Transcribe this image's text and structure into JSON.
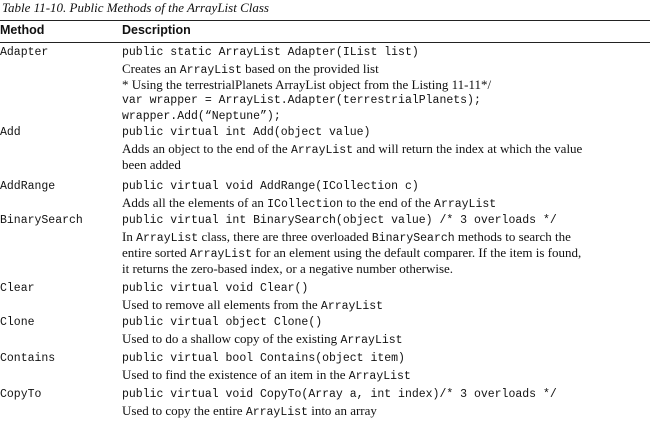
{
  "caption": "Table 11-10. Public Methods of the ArrayList Class",
  "headers": {
    "method": "Method",
    "description": "Description"
  },
  "rows": [
    {
      "name": "Adapter",
      "lines": [
        {
          "type": "code",
          "text": "public static ArrayList Adapter(IList list)"
        },
        {
          "type": "mixed",
          "parts": [
            "Creates an ",
            "ArrayList",
            " based on the provided list"
          ]
        },
        {
          "type": "text",
          "text": "* Using the terrestrialPlanets ArrayList object from the Listing 11-11*/"
        },
        {
          "type": "code",
          "text": "var wrapper = ArrayList.Adapter(terrestrialPlanets);"
        },
        {
          "type": "code",
          "text": "wrapper.Add(“Neptune”);"
        }
      ]
    },
    {
      "name": "Add",
      "lines": [
        {
          "type": "code",
          "text": "public virtual int Add(object value)"
        },
        {
          "type": "mixed",
          "parts": [
            "Adds an object to the end of the ",
            "ArrayList",
            " and will return the index at which the value"
          ]
        },
        {
          "type": "text",
          "text": "been added"
        }
      ]
    },
    {
      "name": "AddRange",
      "lines": [
        {
          "type": "code",
          "text": "public virtual void AddRange(ICollection c)"
        },
        {
          "type": "mixed",
          "parts": [
            "Adds all the elements of an ",
            "ICollection",
            " to the end of the ",
            "ArrayList"
          ]
        }
      ]
    },
    {
      "name": "BinarySearch",
      "lines": [
        {
          "type": "code",
          "text": "public virtual int BinarySearch(object value) /* 3 overloads */"
        },
        {
          "type": "mixed",
          "parts": [
            "In ",
            "ArrayList",
            " class, there are three overloaded ",
            "BinarySearch",
            " methods to search the"
          ]
        },
        {
          "type": "mixed",
          "parts": [
            "entire sorted ",
            "ArrayList",
            " for an element using the default comparer. If the item is found,"
          ]
        },
        {
          "type": "text",
          "text": "it returns the zero-based index, or a negative number otherwise."
        }
      ]
    },
    {
      "name": "Clear",
      "lines": [
        {
          "type": "code",
          "text": "public virtual void Clear()"
        },
        {
          "type": "mixed",
          "parts": [
            "Used to remove all elements from the ",
            "ArrayList"
          ]
        }
      ]
    },
    {
      "name": "Clone",
      "lines": [
        {
          "type": "code",
          "text": "public virtual object Clone()"
        },
        {
          "type": "mixed",
          "parts": [
            "Used to do a shallow copy of the existing ",
            "ArrayList"
          ]
        }
      ]
    },
    {
      "name": "Contains",
      "lines": [
        {
          "type": "code",
          "text": "public virtual bool Contains(object item)"
        },
        {
          "type": "mixed",
          "parts": [
            "Used to find the existence of an item in the ",
            "ArrayList"
          ]
        }
      ]
    },
    {
      "name": "CopyTo",
      "lines": [
        {
          "type": "code",
          "text": "public virtual void CopyTo(Array a, int index)/* 3 overloads */"
        },
        {
          "type": "mixed",
          "parts": [
            "Used to copy the entire ",
            "ArrayList",
            " into an array"
          ]
        }
      ]
    }
  ]
}
